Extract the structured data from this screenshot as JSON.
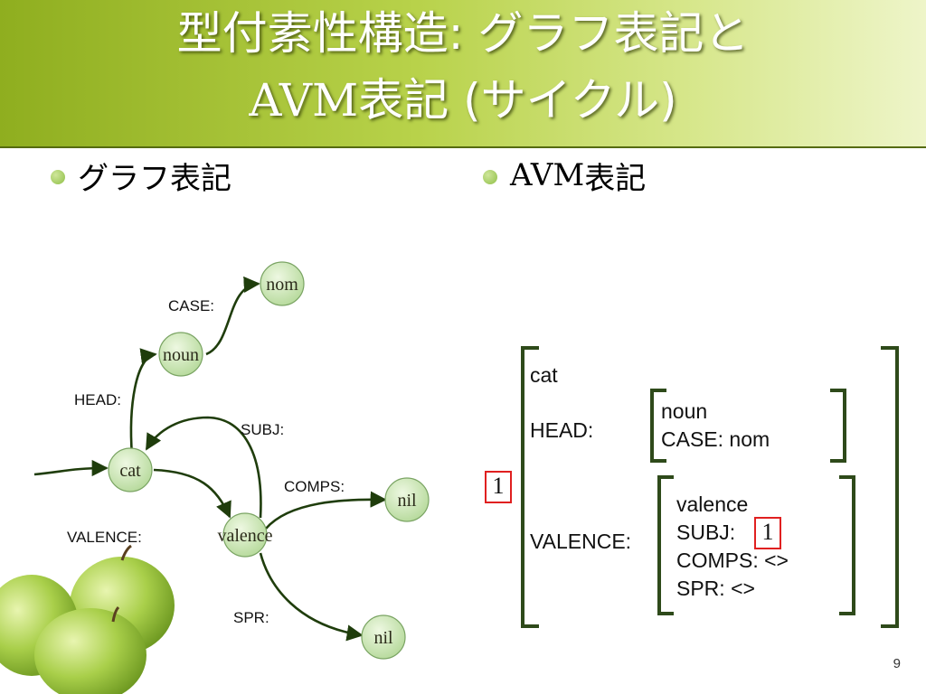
{
  "slide": {
    "title_line1": "型付素性構造: グラフ表記と",
    "title_line2_avm": "AVM",
    "title_line2_rest": "表記 (サイクル)",
    "page_number": "9"
  },
  "bullets": {
    "left": "グラフ表記",
    "right_avm": "AVM",
    "right_rest": "表記"
  },
  "graph": {
    "nodes": {
      "nom": "nom",
      "noun": "noun",
      "cat": "cat",
      "valence": "valence",
      "nil_comps": "nil",
      "nil_spr": "nil"
    },
    "edges": {
      "case": "CASE:",
      "head": "HEAD:",
      "subj": "SUBJ:",
      "comps": "COMPS:",
      "valence": "VALENCE:",
      "spr": "SPR:"
    }
  },
  "avm": {
    "tag": "1",
    "type": "cat",
    "head_label": "HEAD:",
    "head_type": "noun",
    "head_case": "CASE: nom",
    "valence_label": "VALENCE:",
    "valence_type": "valence",
    "subj": "SUBJ:",
    "subj_tag": "1",
    "comps": "COMPS: <>",
    "spr": "SPR: <>"
  },
  "colors": {
    "edge": "#1f3d0c",
    "node_fill": "#cde8b5",
    "node_stroke": "#6f9a56",
    "tag_border": "#e02020",
    "bracket": "#2e4a1a"
  }
}
